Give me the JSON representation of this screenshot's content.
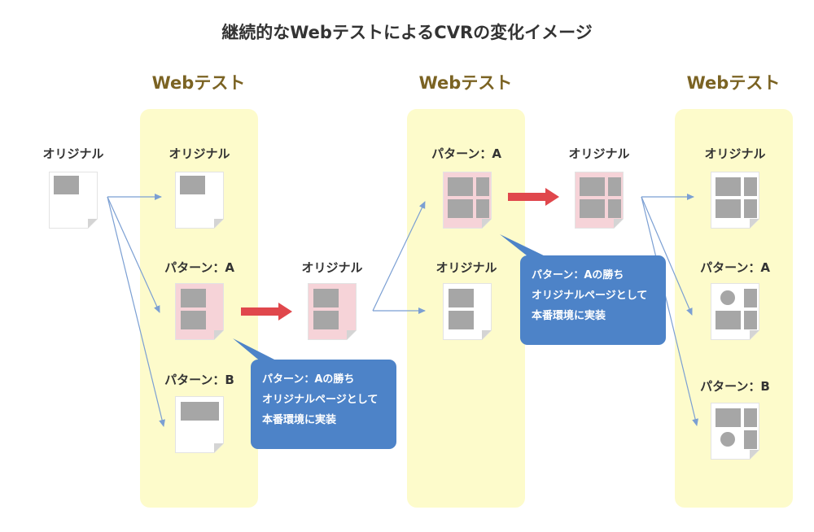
{
  "title": "継続的なWebテストによるCVRの変化イメージ",
  "panels": [
    {
      "title": "Webテスト"
    },
    {
      "title": "Webテスト"
    },
    {
      "title": "Webテスト"
    }
  ],
  "labels": {
    "original": "オリジナル",
    "pattern_a": "パターン：A",
    "pattern_b": "パターン：B"
  },
  "callouts": [
    {
      "lines": [
        "パターン：Aの勝ち",
        "オリジナルページとして",
        "本番環境に実装"
      ]
    },
    {
      "lines": [
        "パターン：Aの勝ち",
        "オリジナルページとして",
        "本番環境に実装"
      ]
    }
  ],
  "colors": {
    "panel_bg": "#fdfbcb",
    "panel_title": "#7b6323",
    "doc_white": "#ffffff",
    "doc_pink": "#f6d3d8",
    "block_gray": "#a6a6a6",
    "connector": "#7b9fd3",
    "winner_arrow": "#e0474c",
    "callout_bg": "#4d83c8"
  }
}
